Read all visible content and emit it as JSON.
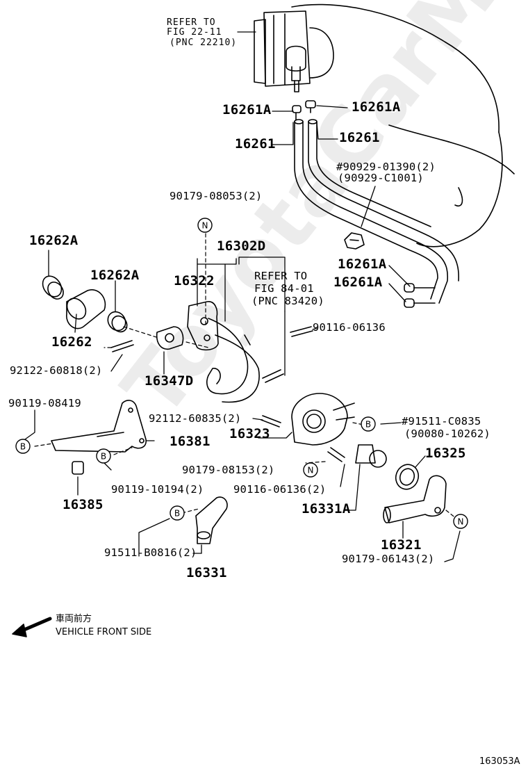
{
  "watermark": "ToyotaCarMine.ru",
  "labels": {
    "refer_22_11_l1": "REFER TO",
    "refer_22_11_l2": "FIG 22-11",
    "refer_22_11_l3": "(PNC 22210)",
    "p16261A_left": "16261A",
    "p16261A_right": "16261A",
    "p16261_left": "16261",
    "p16261_right": "16261",
    "p90929_01390": "#90929-01390(2)",
    "p90929_C1001": "(90929-C1001)",
    "p90179_08053": "90179-08053(2)",
    "p16302D": "16302D",
    "p16262A_left": "16262A",
    "p16262A_mid": "16262A",
    "p16322": "16322",
    "refer_84_01_l1": "REFER TO",
    "refer_84_01_l2": "FIG 84-01",
    "refer_84_01_l3": "(PNC 83420)",
    "p16261A_low1": "16261A",
    "p16261A_low2": "16261A",
    "p16262": "16262",
    "p90116_06136_top": "90116-06136",
    "p92122_60818": "92122-60818(2)",
    "p16347D": "16347D",
    "p90119_08419": "90119-08419",
    "p92112_60835": "92112-60835(2)",
    "p91511_C0835": "#91511-C0835",
    "p90080_10262": "(90080-10262)",
    "p16381": "16381",
    "p16323": "16323",
    "p16325": "16325",
    "p90179_08153": "90179-08153(2)",
    "p90119_10194": "90119-10194(2)",
    "p90116_06136_low": "90116-06136(2)",
    "p16385": "16385",
    "p16331A": "16331A",
    "p16321": "16321",
    "p91511_B0816": "91511-B0816(2)",
    "p90179_06143": "90179-06143(2)",
    "p16331": "16331",
    "direction_jp": "車両前方",
    "direction_en": "VEHICLE FRONT SIDE",
    "figure_code": "163053A"
  },
  "markers": {
    "N": "N",
    "B": "B"
  }
}
